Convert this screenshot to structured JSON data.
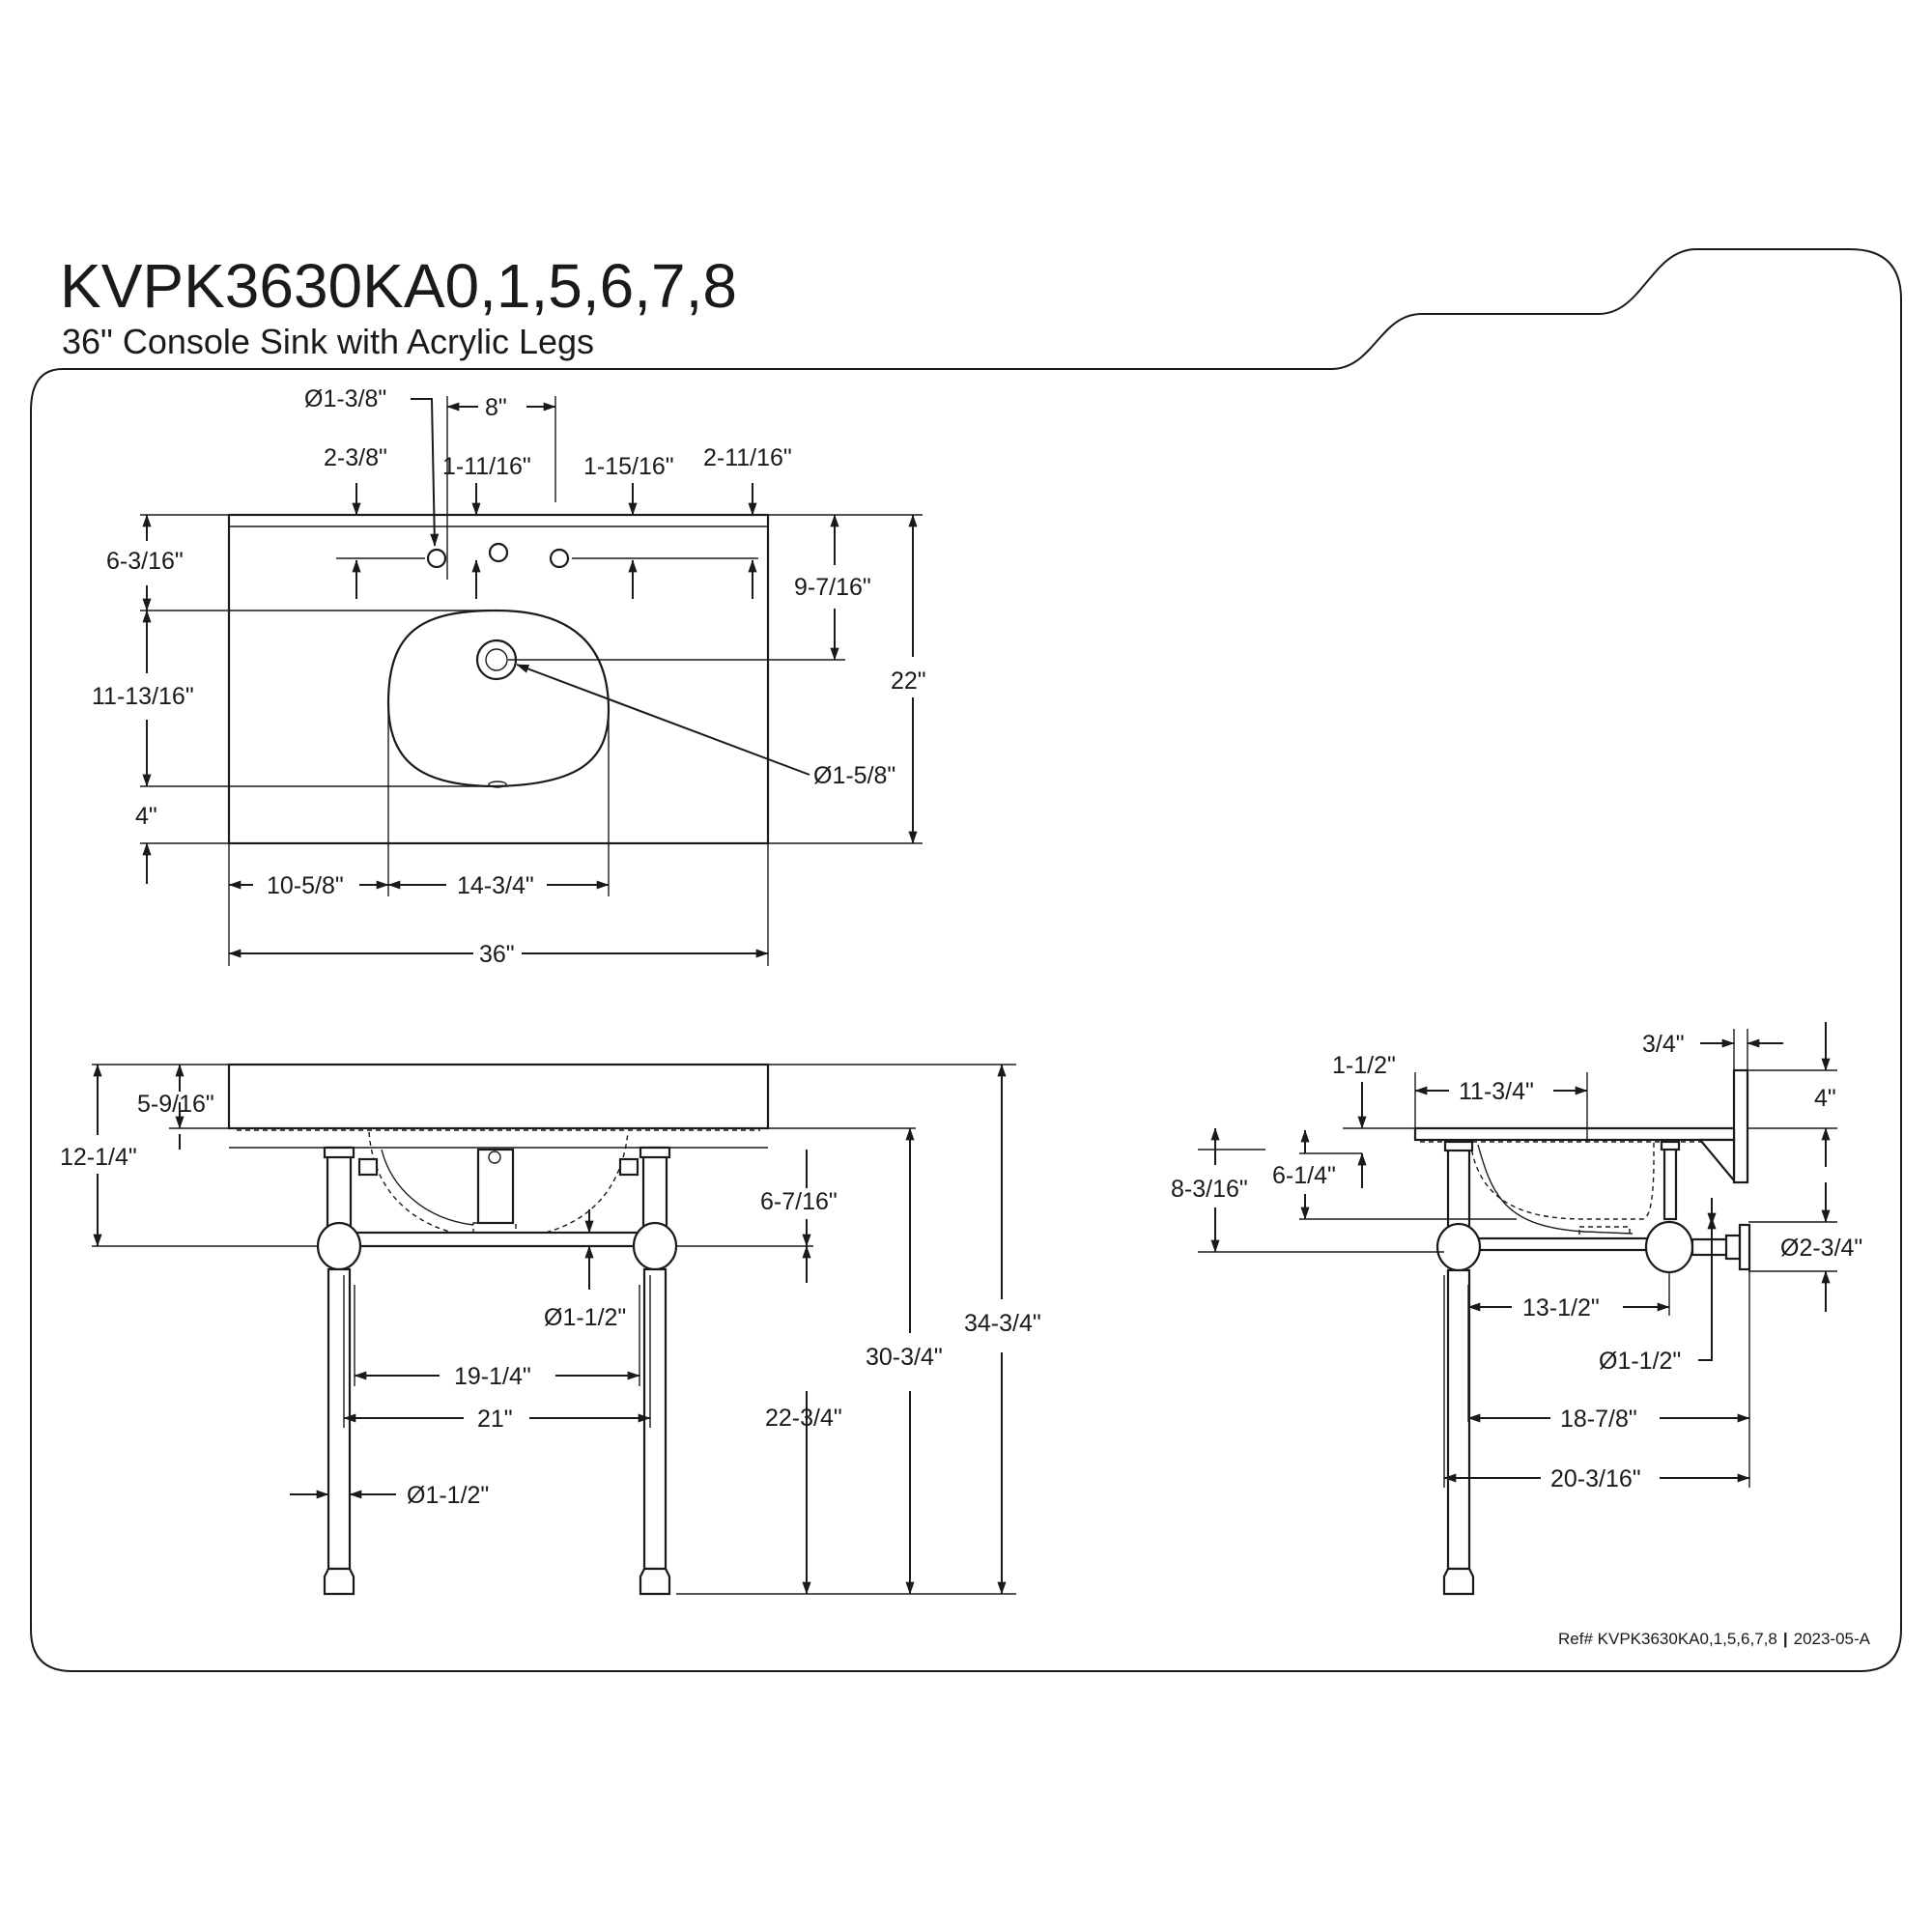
{
  "title": "KVPK3630KA0,1,5,6,7,8",
  "subtitle": "36\" Console Sink with Acrylic Legs",
  "reference": {
    "prefix": "Ref# KVPK3630KA0,1,5,6,7,8",
    "separator": "|",
    "revision": "2023-05-A"
  },
  "top_view": {
    "faucet_hole_dia": "Ø1-3/8\"",
    "faucet_spread": "8\"",
    "left_hole_offset": "2-3/8\"",
    "hole_spacing_a": "1-11/16\"",
    "hole_spacing_b": "1-15/16\"",
    "right_edge_offset": "2-11/16\"",
    "hole_depth": "6-3/16\"",
    "drain_depth": "9-7/16\"",
    "bowl_depth": "11-13/16\"",
    "overall_depth": "22\"",
    "drain_dia": "Ø1-5/8\"",
    "front_margin": "4\"",
    "bowl_left_offset": "10-5/8\"",
    "bowl_width": "14-3/4\"",
    "overall_width": "36\""
  },
  "front_view": {
    "top_thickness": "5-9/16\"",
    "apron_to_rail": "12-1/4\"",
    "rail_clearance": "6-7/16\"",
    "rail_dia": "Ø1-1/2\"",
    "inner_leg_span": "19-1/4\"",
    "outer_leg_span": "21\"",
    "rail_height": "22-3/4\"",
    "counter_height": "30-3/4\"",
    "overall_height": "34-3/4\"",
    "leg_dia": "Ø1-1/2\""
  },
  "side_view": {
    "backsplash_thickness": "3/4\"",
    "backsplash_height": "4\"",
    "top_offset": "1-1/2\"",
    "bowl_front_depth": "11-3/4\"",
    "bowl_height": "6-1/4\"",
    "apron_height": "8-3/16\"",
    "trap_dia": "Ø2-3/4\"",
    "trap_offset": "13-1/2\"",
    "rail_dia": "Ø1-1/2\"",
    "leg_to_wall": "18-7/8\"",
    "overall_depth": "20-3/16\""
  }
}
